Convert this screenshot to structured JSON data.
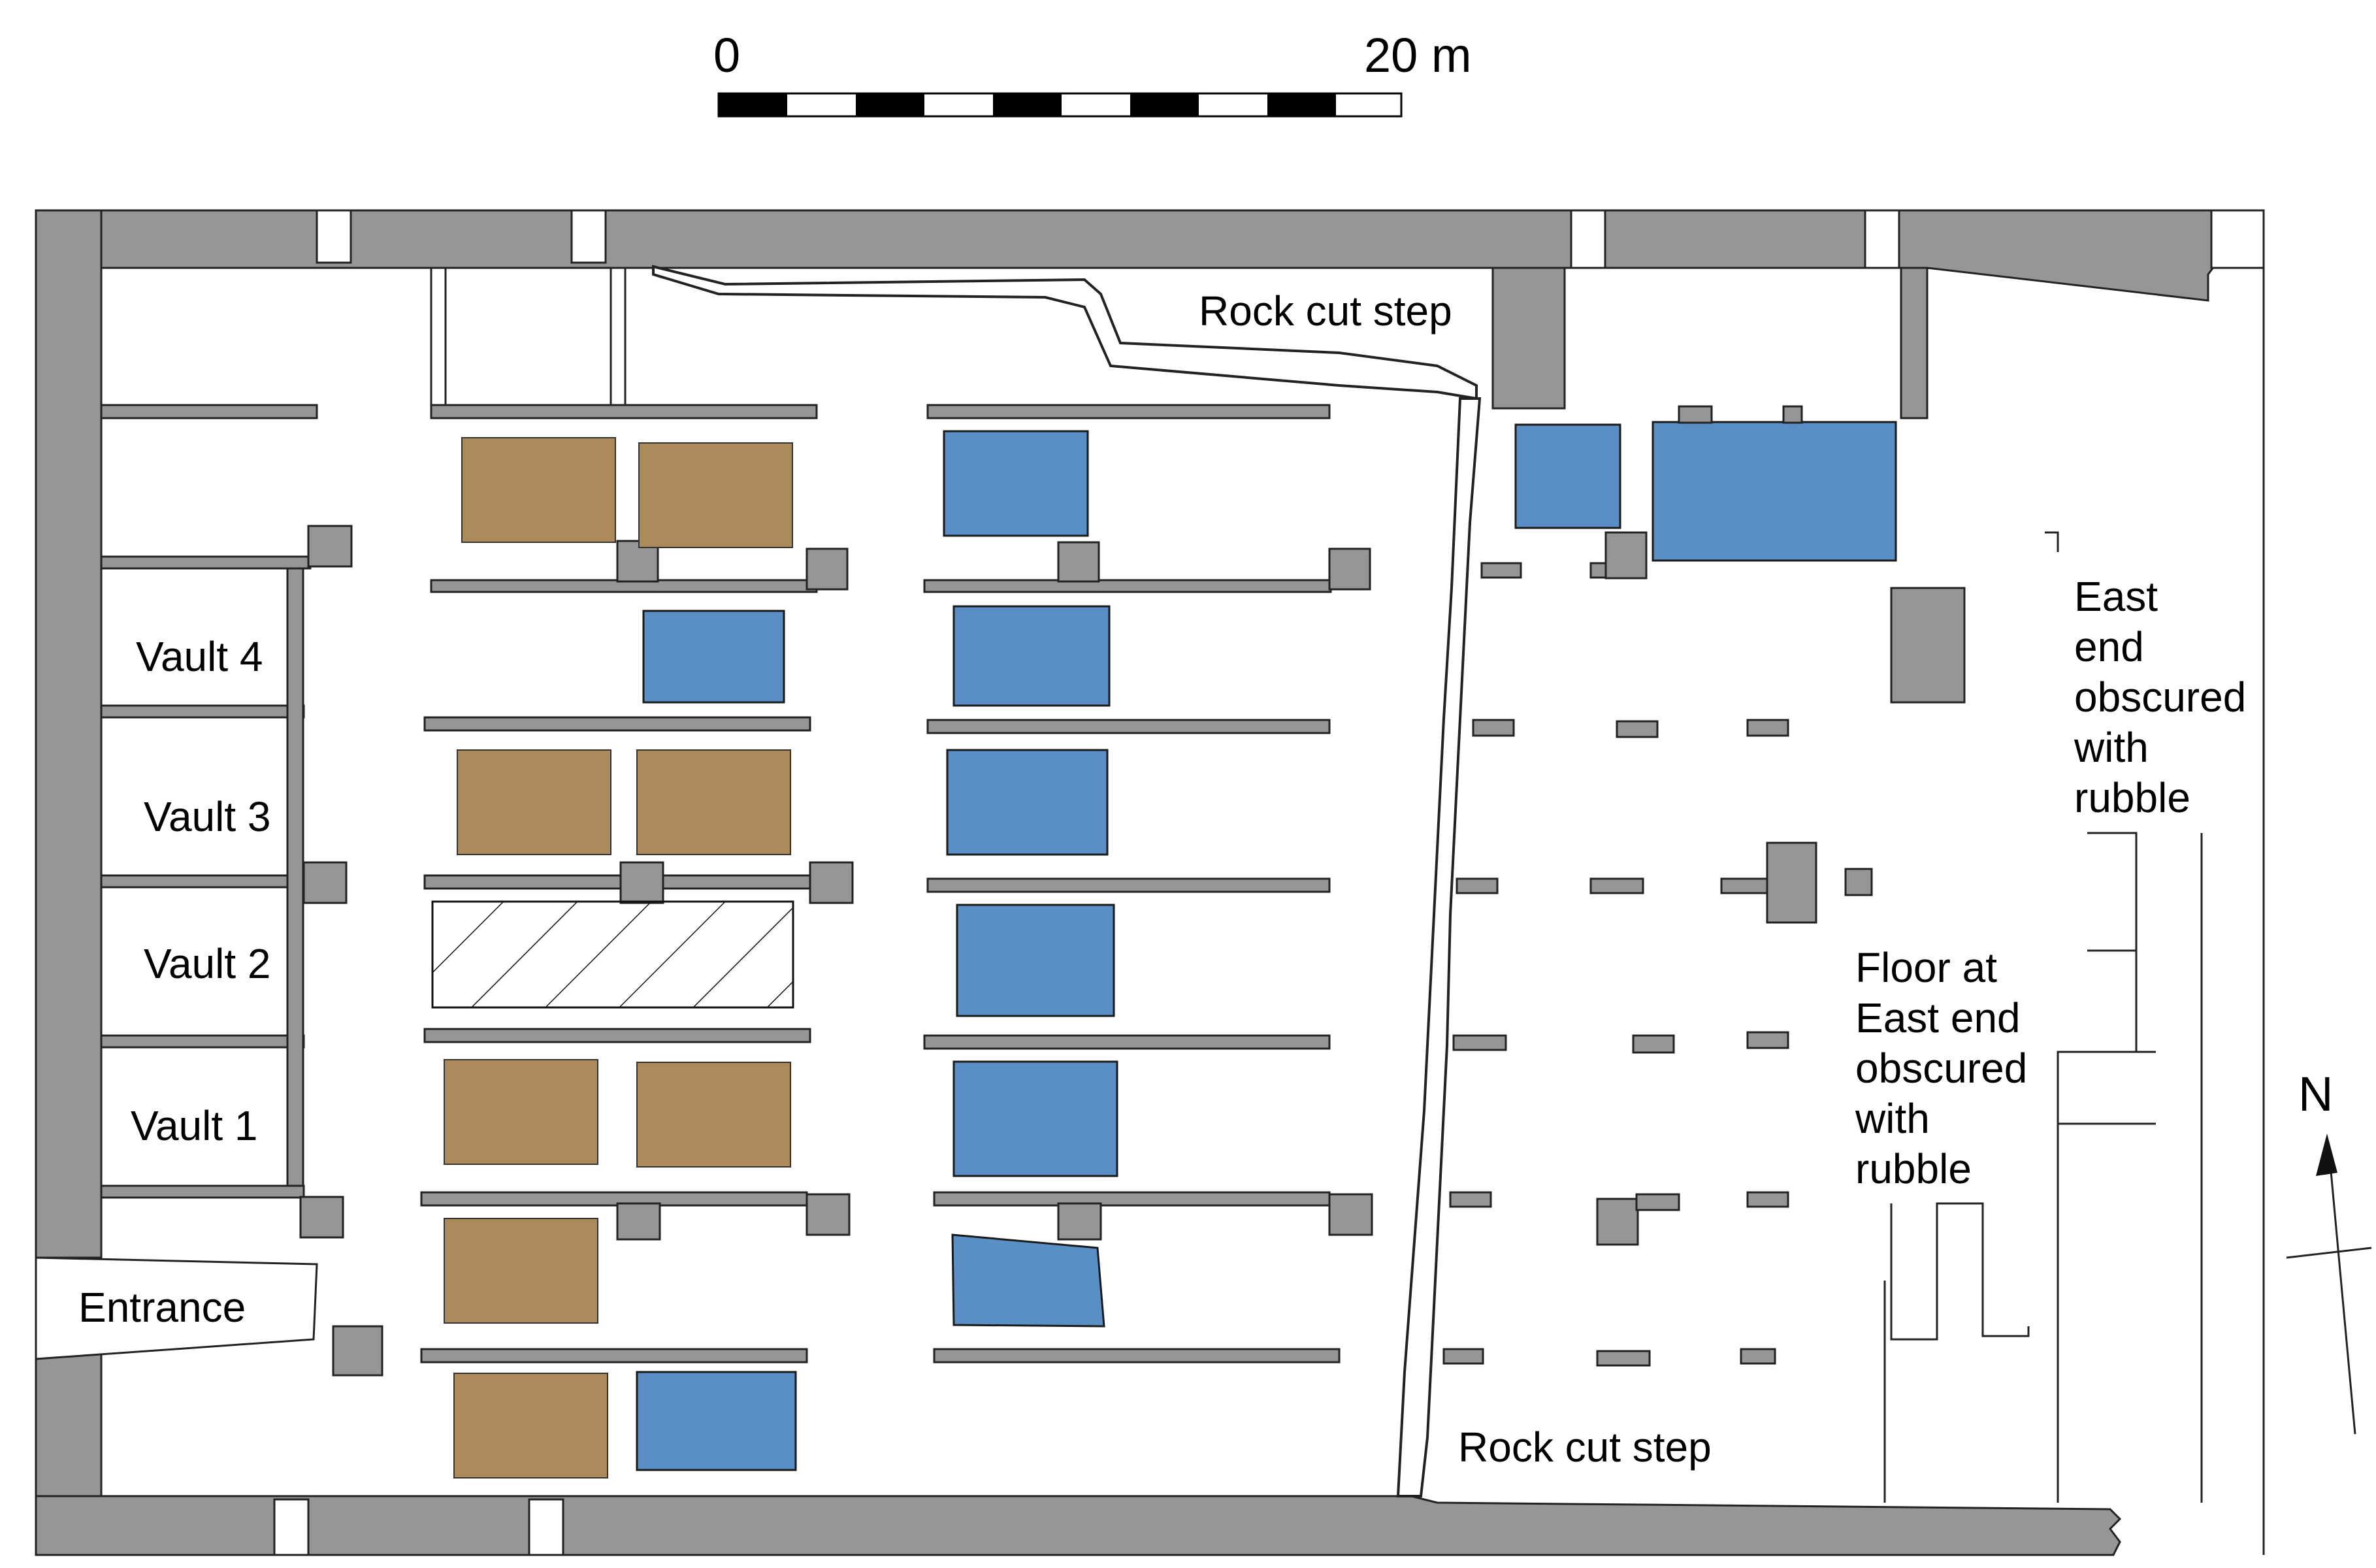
{
  "scale_bar": {
    "start_label": "0",
    "end_label": "20 m"
  },
  "labels": {
    "vault_4": "Vault 4",
    "vault_3": "Vault 3",
    "vault_2": "Vault 2",
    "vault_1": "Vault 1",
    "entrance": "Entrance",
    "rock_cut_step_north": "Rock cut step",
    "rock_cut_step_south": "Rock cut step",
    "east_end_lines": [
      "East",
      "end",
      "obscured",
      "with",
      "rubble"
    ],
    "floor_east_end_lines": [
      "Floor at",
      "East  end",
      "obscured",
      "with",
      "rubble"
    ]
  },
  "north_arrow": {
    "label": "N"
  },
  "colors": {
    "wall": "#969696",
    "brown_feature": "#ac8a5c",
    "blue_feature": "#5a8fc6",
    "outline": "#1a1a1a"
  }
}
